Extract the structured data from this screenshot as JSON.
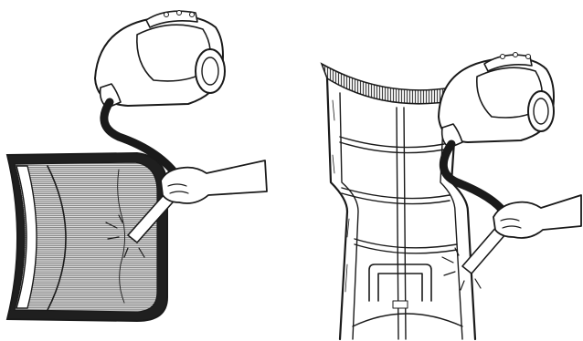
{
  "figure": {
    "panels": [
      {
        "id": "panel-left",
        "depicts": "vacuum-cleaner-on-curved-mesh-filter"
      },
      {
        "id": "panel-right",
        "depicts": "vacuum-cleaner-on-tall-mesh-frame"
      }
    ]
  },
  "colors": {
    "ink": "#1a1a1a",
    "paper": "#ffffff",
    "mesh": "#555555",
    "filter_fill": "#d9d9d9"
  }
}
